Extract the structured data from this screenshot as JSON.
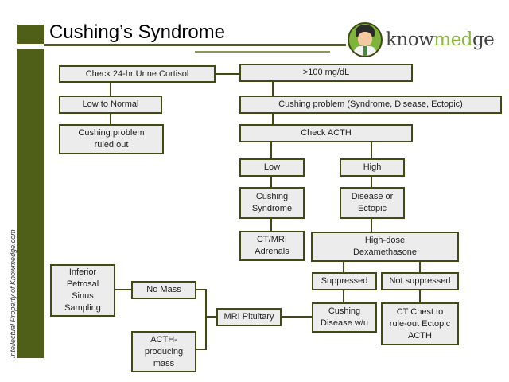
{
  "header": {
    "title": "Cushing’s Syndrome",
    "logo": {
      "text_prefix": "know",
      "text_accent": "med",
      "text_suffix": "ge",
      "accent_color": "#8cb83a",
      "brand_color": "#4f5f17"
    }
  },
  "watermark": "Intellectual Property of Knowmedge.com",
  "flowchart": {
    "nodes": [
      {
        "id": "urine_cortisol",
        "label": "Check 24-hr Urine Cortisol"
      },
      {
        "id": "gt100",
        "label": ">100 mg/dL"
      },
      {
        "id": "low_normal",
        "label": "Low to Normal"
      },
      {
        "id": "ruled_out",
        "label": "Cushing problem\nruled out"
      },
      {
        "id": "cushing_problem",
        "label": "Cushing problem (Syndrome, Disease, Ectopic)"
      },
      {
        "id": "check_acth",
        "label": "Check ACTH"
      },
      {
        "id": "low",
        "label": "Low"
      },
      {
        "id": "high",
        "label": "High"
      },
      {
        "id": "cushing_syndrome",
        "label": "Cushing\nSyndrome"
      },
      {
        "id": "disease_ectopic",
        "label": "Disease or\nEctopic"
      },
      {
        "id": "ct_mri_adrenals",
        "label": "CT/MRI\nAdrenals"
      },
      {
        "id": "high_dose_dex",
        "label": "High-dose\nDexamethasone"
      },
      {
        "id": "suppressed",
        "label": "Suppressed"
      },
      {
        "id": "not_suppressed",
        "label": "Not suppressed"
      },
      {
        "id": "cushing_disease_wu",
        "label": "Cushing\nDisease w/u"
      },
      {
        "id": "ct_chest",
        "label": "CT Chest to\nrule-out Ectopic\nACTH"
      },
      {
        "id": "mri_pituitary",
        "label": "MRI Pituitary"
      },
      {
        "id": "no_mass",
        "label": "No Mass"
      },
      {
        "id": "acth_mass",
        "label": "ACTH-\nproducing\nmass"
      },
      {
        "id": "ipss",
        "label": "Inferior\nPetrosal\nSinus\nSampling"
      }
    ],
    "edges": [
      [
        "urine_cortisol",
        "gt100"
      ],
      [
        "urine_cortisol",
        "low_normal"
      ],
      [
        "low_normal",
        "ruled_out"
      ],
      [
        "gt100",
        "cushing_problem"
      ],
      [
        "cushing_problem",
        "check_acth"
      ],
      [
        "check_acth",
        "low"
      ],
      [
        "check_acth",
        "high"
      ],
      [
        "low",
        "cushing_syndrome"
      ],
      [
        "cushing_syndrome",
        "ct_mri_adrenals"
      ],
      [
        "high",
        "disease_ectopic"
      ],
      [
        "disease_ectopic",
        "high_dose_dex"
      ],
      [
        "high_dose_dex",
        "suppressed"
      ],
      [
        "high_dose_dex",
        "not_suppressed"
      ],
      [
        "suppressed",
        "cushing_disease_wu"
      ],
      [
        "not_suppressed",
        "ct_chest"
      ],
      [
        "cushing_disease_wu",
        "mri_pituitary"
      ],
      [
        "mri_pituitary",
        "no_mass"
      ],
      [
        "mri_pituitary",
        "acth_mass"
      ],
      [
        "no_mass",
        "ipss"
      ]
    ]
  }
}
